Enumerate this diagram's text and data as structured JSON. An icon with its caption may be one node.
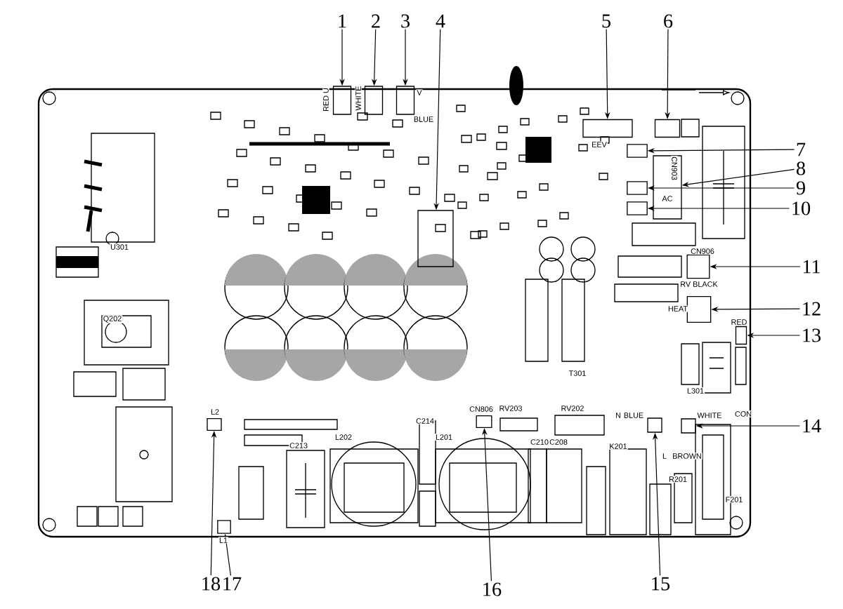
{
  "diagram": {
    "nodes": [
      {
        "text": [
          "1"
        ]
      },
      {
        "text": [
          "2"
        ]
      },
      {
        "text": [
          "3"
        ]
      },
      {
        "text": [
          "4"
        ]
      },
      {
        "text": [
          "5"
        ]
      },
      {
        "text": [
          "6"
        ]
      },
      {
        "text": [
          "7"
        ]
      },
      {
        "text": [
          "8"
        ]
      },
      {
        "text": [
          "9"
        ]
      },
      {
        "text": [
          "10"
        ]
      },
      {
        "text": [
          "11"
        ]
      },
      {
        "text": [
          "12"
        ]
      },
      {
        "text": [
          "13"
        ]
      },
      {
        "text": [
          "14"
        ]
      },
      {
        "text": [
          "15"
        ]
      },
      {
        "text": [
          "16"
        ]
      },
      {
        "text": [
          "17"
        ]
      },
      {
        "text": [
          "18"
        ]
      },
      {
        "text": [],
        "shape": "box"
      },
      {
        "text": [],
        "shape": "box"
      },
      {
        "text": [],
        "shape": "box"
      },
      {
        "text": [],
        "shape": "box"
      },
      {
        "text": [],
        "shape": "box"
      },
      {
        "text": [],
        "shape": "box"
      },
      {
        "text": [],
        "shape": "box"
      },
      {
        "text": [],
        "shape": "box"
      },
      {
        "text": [],
        "shape": "box"
      },
      {
        "text": [],
        "shape": "box"
      },
      {
        "text": [],
        "shape": "box"
      },
      {
        "text": [],
        "shape": "box"
      },
      {
        "text": [],
        "shape": "box"
      },
      {
        "text": [],
        "shape": "box"
      },
      {
        "text": [],
        "shape": "box"
      },
      {
        "text": [],
        "shape": "box"
      },
      {
        "text": [],
        "shape": "box"
      },
      {
        "text": [],
        "shape": "box"
      }
    ],
    "edges": [
      {
        "from": 0,
        "to": 18,
        "arrow": "to"
      },
      {
        "from": 1,
        "to": 19,
        "arrow": "to"
      },
      {
        "from": 2,
        "to": 20,
        "arrow": "to"
      },
      {
        "from": 3,
        "to": 21,
        "arrow": "to"
      },
      {
        "from": 4,
        "to": 22,
        "arrow": "to"
      },
      {
        "from": 5,
        "to": 23,
        "arrow": "to"
      },
      {
        "from": 6,
        "to": 24,
        "arrow": "to"
      },
      {
        "from": 7,
        "to": 25,
        "arrow": "to"
      },
      {
        "from": 8,
        "to": 26,
        "arrow": "to"
      },
      {
        "from": 9,
        "to": 27,
        "arrow": "to"
      },
      {
        "from": 10,
        "to": 28,
        "arrow": "to"
      },
      {
        "from": 11,
        "to": 29,
        "arrow": "to"
      },
      {
        "from": 12,
        "to": 30,
        "arrow": "to"
      },
      {
        "from": 13,
        "to": 31,
        "arrow": "to"
      },
      {
        "from": 14,
        "to": 32,
        "arrow": "to"
      },
      {
        "from": 15,
        "to": 33,
        "arrow": "to"
      },
      {
        "from": 16,
        "to": 34,
        "arrow": "to"
      },
      {
        "from": 17,
        "to": 35,
        "arrow": "to"
      }
    ],
    "labels": [
      "RED U",
      "WHITE",
      "V",
      "BLUE",
      "EEV",
      "CN903",
      "AC",
      "CN906",
      "RV BLACK",
      "HEAT",
      "RED",
      "U301",
      "Q202",
      "CN806",
      "RV203",
      "RV202",
      "L2",
      "L202",
      "L201",
      "C213",
      "C214",
      "C210",
      "C208",
      "K201",
      "T301",
      "L301",
      "N",
      "BLUE",
      "L",
      "BROWN",
      "WHITE",
      "CON",
      "R201",
      "F201",
      "L1"
    ]
  }
}
